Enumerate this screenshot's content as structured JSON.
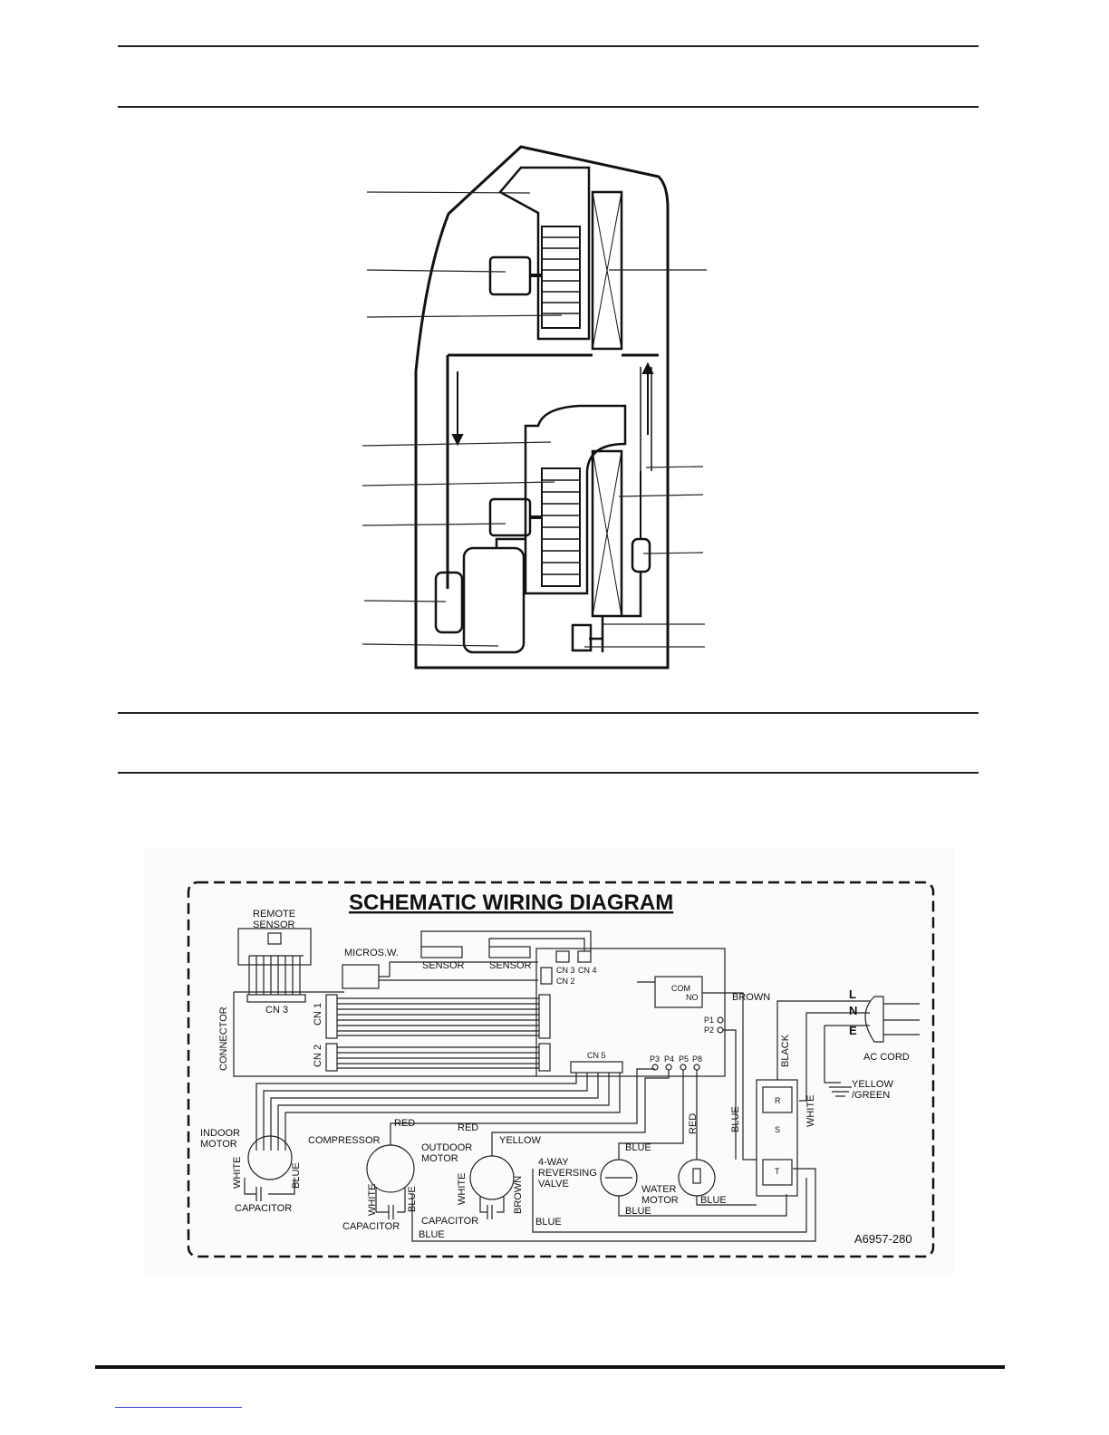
{
  "wiring": {
    "title": "SCHEMATIC  WIRING  DIAGRAM",
    "doc_code": "A6957-280",
    "labels": {
      "remote_sensor": "REMOTE\nSENSOR",
      "micro_sw": "MICROS.W.",
      "sensor": "SENSOR",
      "cn3": "CN 3",
      "cn4": "CN 4",
      "cn2": "CN 2",
      "cn1": "CN 1",
      "cn5": "CN 5",
      "connector": "CONNECTOR",
      "com": "COM",
      "no": "NO",
      "brown": "BROWN",
      "p1": "P1",
      "p2": "P2",
      "p3": "P3",
      "p4": "P4",
      "p5": "P5",
      "p8": "P8",
      "black": "BLACK",
      "blue": "BLUE",
      "white": "WHITE",
      "red": "RED",
      "yellow": "YELLOW",
      "L": "L",
      "N": "N",
      "E": "E",
      "ac_cord": "AC CORD",
      "yellow_green": "YELLOW\n/GREEN",
      "indoor_motor": "INDOOR\nMOTOR",
      "capacitor": "CAPACITOR",
      "compressor": "COMPRESSOR",
      "outdoor_motor": "OUTDOOR\nMOTOR",
      "four_way": "4-WAY\nREVERSING\nVALVE",
      "water_motor": "WATER\nMOTOR",
      "term_R": "R",
      "term_S": "S",
      "term_T": "T"
    }
  }
}
